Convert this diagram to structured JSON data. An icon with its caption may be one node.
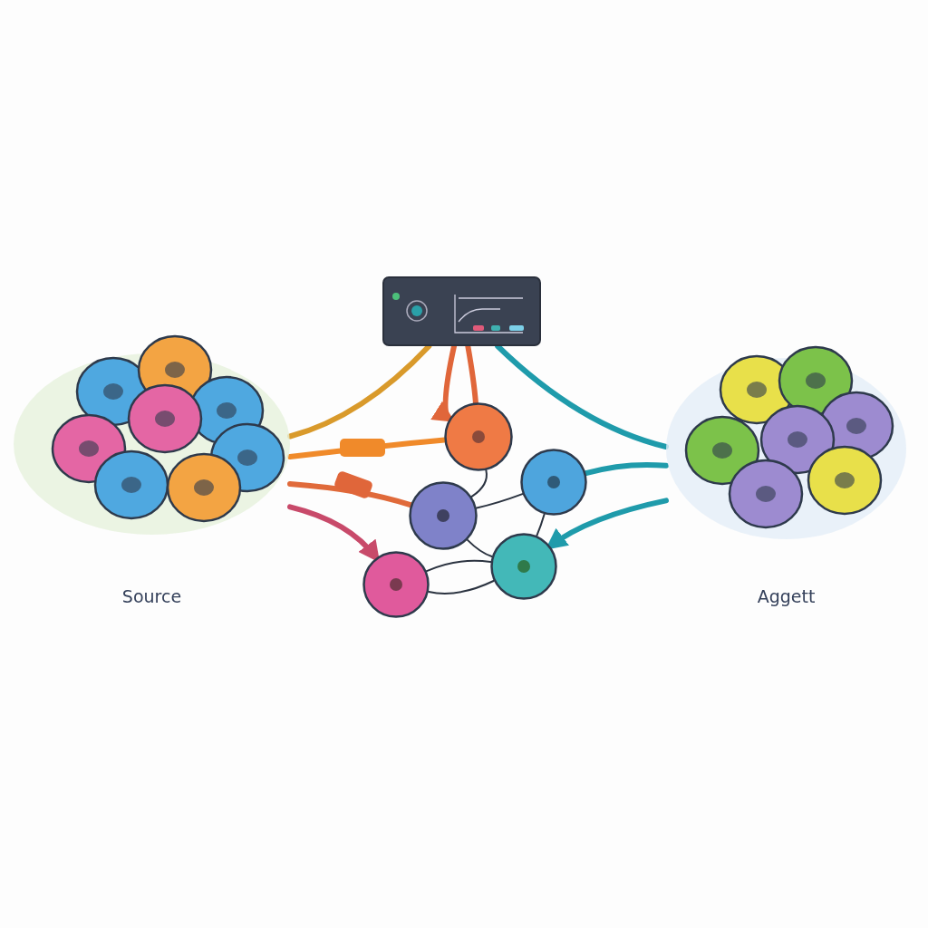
{
  "diagram": {
    "nodes": [
      {
        "text": [
          "Source"
        ]
      },
      {
        "text": [
          "Aggett"
        ]
      },
      {
        "text": [],
        "shape": "picture"
      },
      {
        "text": [],
        "shape": "circle"
      },
      {
        "text": [],
        "shape": "circle"
      },
      {
        "text": [],
        "shape": "circle"
      },
      {
        "text": [],
        "shape": "circle"
      },
      {
        "text": [],
        "shape": "circle"
      }
    ],
    "edges": [
      {
        "from": 2,
        "to": 0,
        "arrow": "none",
        "color": "#d99a2b"
      },
      {
        "from": 2,
        "to": 3,
        "arrow": "to",
        "color": "#e0663a"
      },
      {
        "from": 2,
        "to": 3,
        "arrow": "none",
        "color": "#e0663a"
      },
      {
        "from": 2,
        "to": 1,
        "arrow": "none",
        "color": "#1f9bab"
      },
      {
        "from": 0,
        "to": 3,
        "arrow": "none",
        "color": "#f08a2a"
      },
      {
        "from": 0,
        "to": 5,
        "arrow": "none",
        "color": "#e06a3a"
      },
      {
        "from": 0,
        "to": 7,
        "arrow": "to",
        "color": "#c84a6a"
      },
      {
        "from": 1,
        "to": 4,
        "arrow": "none",
        "color": "#1f9bab"
      },
      {
        "from": 1,
        "to": 6,
        "arrow": "to",
        "color": "#1f9bab"
      },
      {
        "from": 3,
        "to": 5,
        "arrow": "none"
      },
      {
        "from": 5,
        "to": 4,
        "arrow": "none"
      },
      {
        "from": 5,
        "to": 6,
        "arrow": "none"
      },
      {
        "from": 4,
        "to": 6,
        "arrow": "none"
      },
      {
        "from": 7,
        "to": 6,
        "arrow": "none"
      },
      {
        "from": 7,
        "to": 6,
        "arrow": "none"
      }
    ]
  }
}
